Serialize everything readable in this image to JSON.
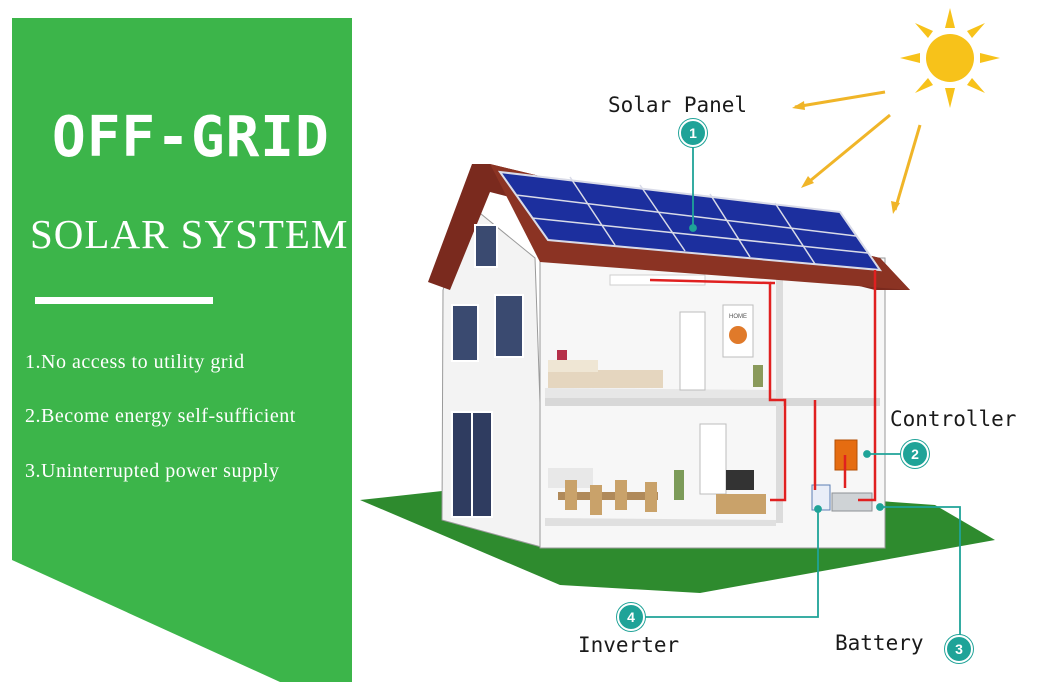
{
  "panel": {
    "title": "OFF-GRID",
    "subtitle": "SOLAR SYSTEM",
    "features": [
      "1.No access to utility grid",
      "2.Become energy self-sufficient",
      "3.Uninterrupted power supply"
    ],
    "background_color": "#3cb54a"
  },
  "components": [
    {
      "number": "1",
      "label": "Solar Panel"
    },
    {
      "number": "2",
      "label": "Controller"
    },
    {
      "number": "3",
      "label": "Battery"
    },
    {
      "number": "4",
      "label": "Inverter"
    }
  ],
  "colors": {
    "callout_teal": "#1fa398",
    "wire_red": "#e02020",
    "sun": "#f7c21a",
    "lawn": "#2e8b2e",
    "roof": "#7a2a1e",
    "solar_cells": "#1c2f9e"
  },
  "wall_art_text": "HOME"
}
